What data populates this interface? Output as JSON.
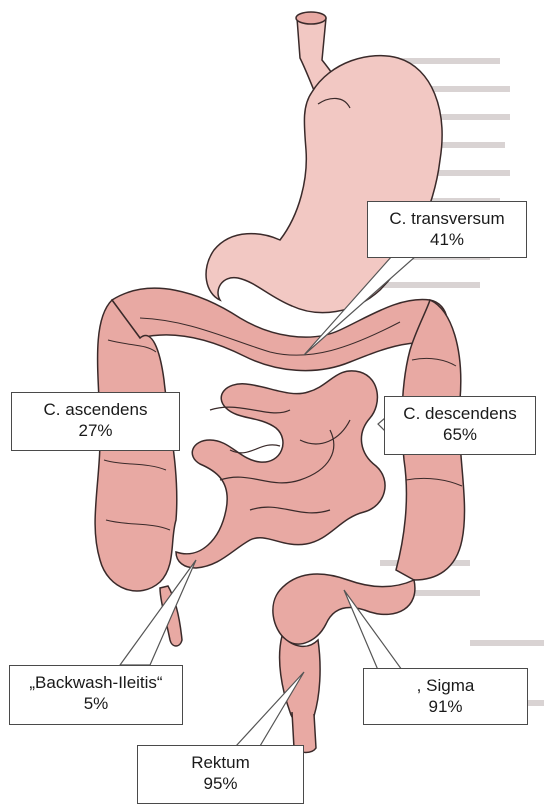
{
  "colors": {
    "organ_fill": "#e8a9a3",
    "organ_fill_light": "#f2c8c3",
    "organ_outline": "#3a2a2a",
    "leader_line": "#555555",
    "background_text": "#cfc9c9"
  },
  "labels": {
    "transversum": {
      "name": "C. transversum",
      "value": "41%"
    },
    "ascendens": {
      "name": "C. ascendens",
      "value": "27%"
    },
    "descendens": {
      "name": "C. descendens",
      "value": "65%"
    },
    "backwash": {
      "name": "„Backwash-Ileitis“",
      "value": "5%"
    },
    "sigma": {
      "name": ", Sigma",
      "value": "91%"
    },
    "rektum": {
      "name": "Rektum",
      "value": "95%"
    }
  }
}
